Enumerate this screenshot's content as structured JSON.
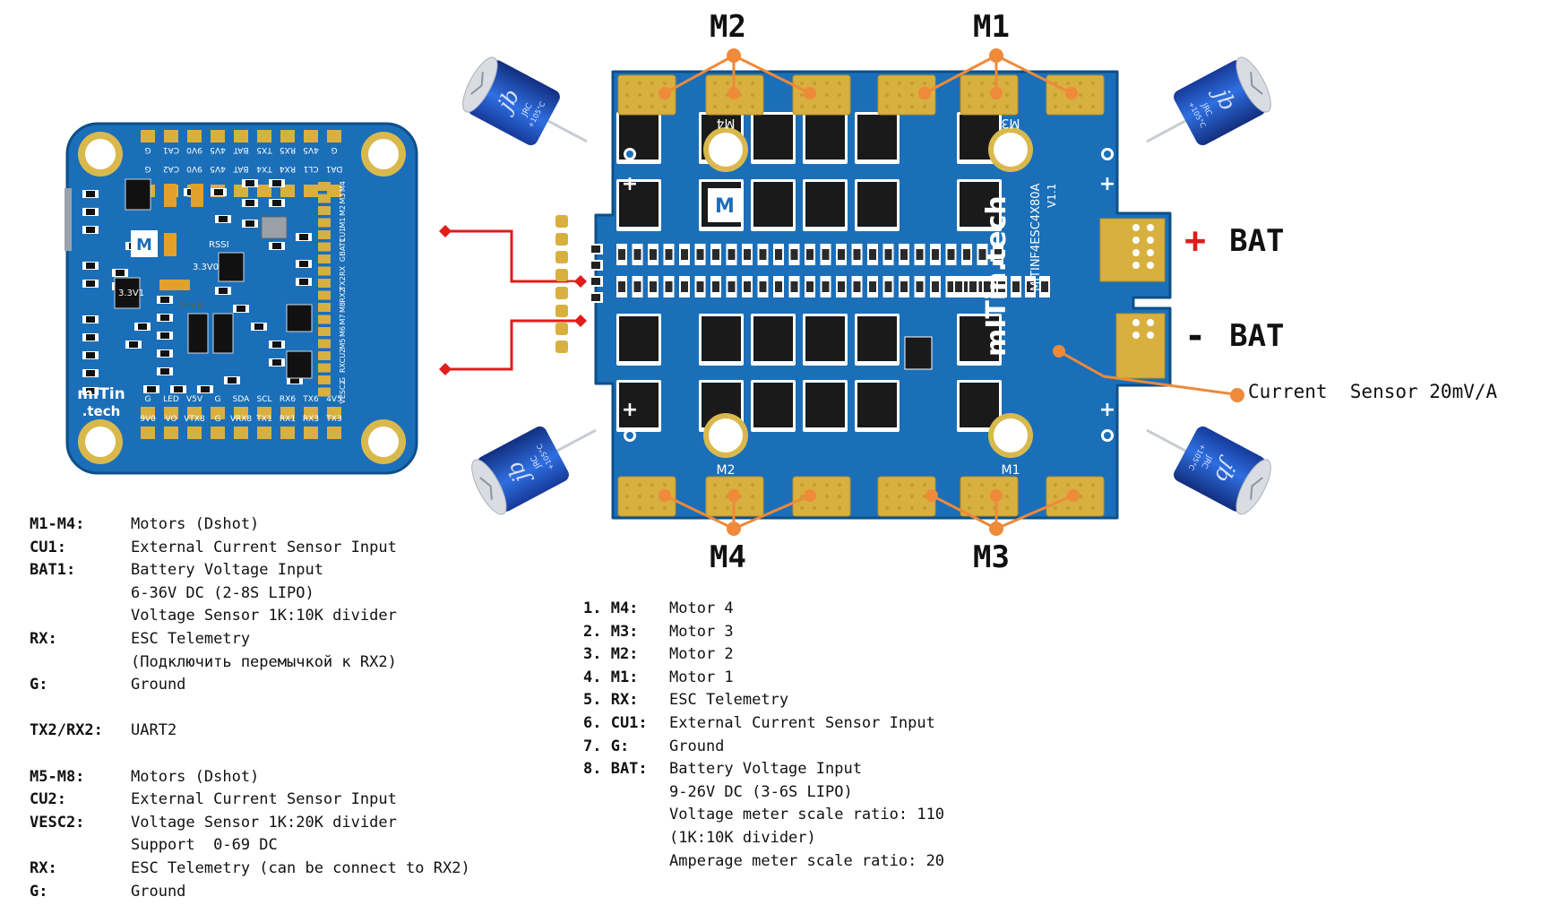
{
  "colors": {
    "pcb_blue": "#1b6fb8",
    "pcb_dark": "#0d4f8a",
    "pad_gold": "#d8b040",
    "callout_orange": "#ee8a3a",
    "arrow_red": "#e21b1b",
    "plus_red": "#e21b1b",
    "capacitor_blue": "#1f4fbf"
  },
  "fc_board": {
    "top_pads_row1": [
      "G",
      "4V5",
      "RX5",
      "TX5",
      "BAT",
      "4V5",
      "9V0",
      "CA1",
      "G"
    ],
    "top_pads_row2": [
      "DA1",
      "CL1",
      "RX4",
      "TX4",
      "BAT",
      "4V5",
      "9V0",
      "CA2",
      "G"
    ],
    "right_pads": [
      "M4",
      "M3",
      "M2",
      "M1",
      "CU1",
      "BAT1",
      "G",
      "RX",
      "TX2",
      "RX2",
      "M8",
      "M7",
      "M6",
      "M5",
      "CU2",
      "RX",
      "G",
      "VESC2"
    ],
    "bottom_pads_row1": [
      "G",
      "LED",
      "V5V",
      "G",
      "SDA",
      "SCL",
      "RX6",
      "TX6",
      "4V5"
    ],
    "bottom_pads_row2": [
      "9V0",
      "VO",
      "VTX8",
      "G",
      "VRX8",
      "TX1",
      "RX1",
      "RX3",
      "TX3"
    ],
    "chip_labels": [
      "RSSI",
      "3.3V0",
      "3.3V1",
      "Cam A"
    ],
    "logo_line1": "mITin",
    "logo_line2": ".tech",
    "logo_letter": "M"
  },
  "esc_board": {
    "brand": "mITin.tech",
    "model": "MITINF4ESC4X80A",
    "version": "V1.1",
    "logo_letter": "M",
    "connector_pads": [
      "BAT",
      "G",
      "CU1",
      "RX",
      "M1",
      "M2",
      "M3",
      "M4"
    ],
    "silk_motor_top_left": "M4",
    "silk_motor_top_right": "M3",
    "silk_motor_bottom_left": "M2",
    "silk_motor_bottom_right": "M1",
    "capacitor_text": [
      "jb",
      "JRC",
      "+105°C"
    ]
  },
  "callouts": {
    "m2": "M2",
    "m1": "M1",
    "m4": "M4",
    "m3": "M3",
    "bat_plus_sign": "+",
    "bat_plus_label": "BAT",
    "bat_minus_sign": "-",
    "bat_minus_label": "BAT",
    "current_sensor": "Current  Sensor 20mV/A"
  },
  "legend_left": [
    {
      "key": "M1-M4:",
      "value": "Motors (Dshot)"
    },
    {
      "key": "CU1:",
      "value": "External Current Sensor Input"
    },
    {
      "key": "BAT1:",
      "value": "Battery Voltage Input"
    },
    {
      "key": "",
      "value": "6-36V DC (2-8S LIPO)"
    },
    {
      "key": "",
      "value": "Voltage Sensor 1K:10K divider"
    },
    {
      "key": "RX:",
      "value": "ESC Telemetry"
    },
    {
      "key": "",
      "value": "(Подключить перемычкой к RX2)"
    },
    {
      "key": "G:",
      "value": "Ground"
    },
    {
      "key": "",
      "value": ""
    },
    {
      "key": "TX2/RX2:",
      "value": "UART2"
    },
    {
      "key": "",
      "value": ""
    },
    {
      "key": "M5-M8:",
      "value": "Motors (Dshot)"
    },
    {
      "key": "CU2:",
      "value": "External Current Sensor Input"
    },
    {
      "key": "VESC2:",
      "value": "Voltage Sensor 1K:20K divider"
    },
    {
      "key": "",
      "value": "Support  0-69 DC"
    },
    {
      "key": "RX:",
      "value": "ESC Telemetry (can be connect to RX2)"
    },
    {
      "key": "G:",
      "value": "Ground"
    }
  ],
  "legend_right": [
    {
      "key": "1. M4:",
      "value": "Motor 4"
    },
    {
      "key": "2. M3:",
      "value": "Motor 3"
    },
    {
      "key": "3. M2:",
      "value": "Motor 2"
    },
    {
      "key": "4. M1:",
      "value": "Motor 1"
    },
    {
      "key": "5. RX:",
      "value": "ESC Telemetry"
    },
    {
      "key": "6. CU1:",
      "value": "External Current Sensor Input"
    },
    {
      "key": "7. G:",
      "value": "Ground"
    },
    {
      "key": "8. BAT:",
      "value": "Battery Voltage Input"
    },
    {
      "key": "",
      "value": "9-26V DC (3-6S LIPO)"
    },
    {
      "key": "",
      "value": "Voltage meter scale ratio: 110"
    },
    {
      "key": "",
      "value": "(1K:10K divider)"
    },
    {
      "key": "",
      "value": "Amperage meter scale ratio: 20"
    }
  ]
}
